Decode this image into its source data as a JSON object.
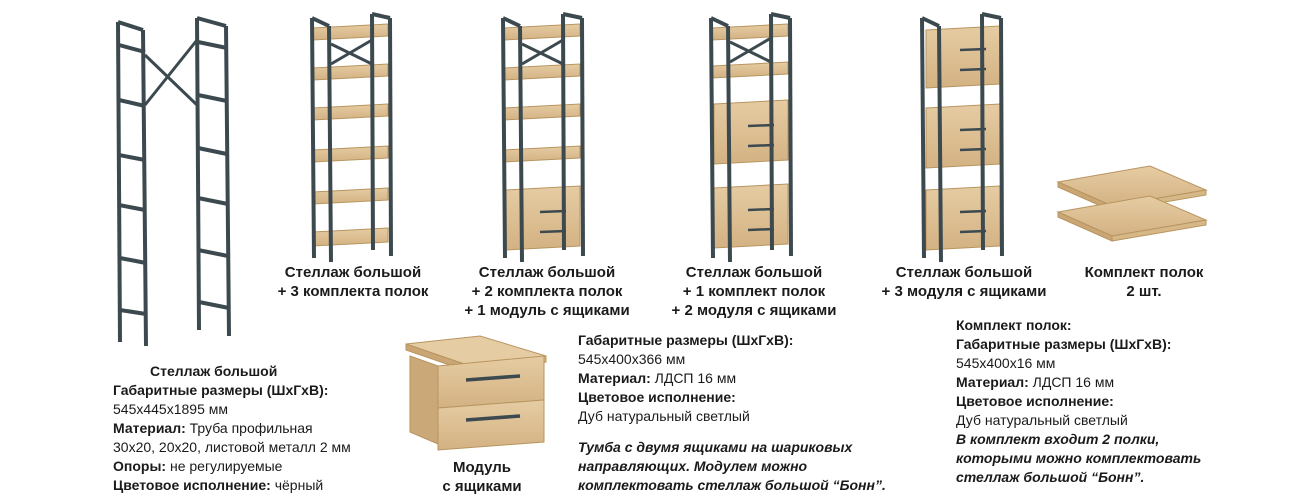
{
  "captions": {
    "shelf3": [
      "Стеллаж большой",
      "+ 3 комплекта полок"
    ],
    "shelf2mod1": [
      "Стеллаж большой",
      "+ 2 комплекта полок",
      "+ 1 модуль с ящиками"
    ],
    "shelf1mod2": [
      "Стеллаж большой",
      "+ 1 комплект полок",
      "+ 2 модуля с ящиками"
    ],
    "mod3": [
      "Стеллаж большой",
      "+ 3 модуля с ящиками"
    ],
    "shelfset": [
      "Комплект полок",
      "2 шт."
    ],
    "module": [
      "Модуль",
      "с ящиками"
    ]
  },
  "frame_spec": {
    "title": "Стеллаж большой",
    "dims_label": "Габаритные размеры (ШхГхВ):",
    "dims_value": "545х445х1895 мм",
    "material_label": "Материал:",
    "material_value": " Труба профильная",
    "material_value_2": "30х20, 20х20, листовой металл 2 мм",
    "supports_label": "Опоры:",
    "supports_value": " не регулируемые",
    "color_label": "Цветовое исполнение:",
    "color_value": " чёрный"
  },
  "module_spec": {
    "dims_label": "Габаритные размеры (ШхГхВ):",
    "dims_value": "545х400х366 мм",
    "material_label": "Материал:",
    "material_value": " ЛДСП 16 мм",
    "color_label": "Цветовое исполнение:",
    "color_value": "Дуб натуральный светлый",
    "note": [
      "Тумба с двумя ящиками на шариковых",
      "направляющих. Модулем можно",
      "комплектовать стеллаж большой “Бонн”."
    ]
  },
  "shelf_spec": {
    "title": "Комплект полок:",
    "dims_label": "Габаритные размеры (ШхГхВ):",
    "dims_value": "545х400х16 мм",
    "material_label": "Материал:",
    "material_value": " ЛДСП 16 мм",
    "color_label": "Цветовое исполнение:",
    "color_value": "Дуб натуральный светлый",
    "note": [
      "В комплект входит 2 полки,",
      "которыми можно комплектовать",
      "стеллаж большой “Бонн”."
    ]
  },
  "colors": {
    "metal": "#3c4a50",
    "wood": "#dcbf92",
    "wood_dark": "#c9a674",
    "text": "#1a1a1a"
  }
}
